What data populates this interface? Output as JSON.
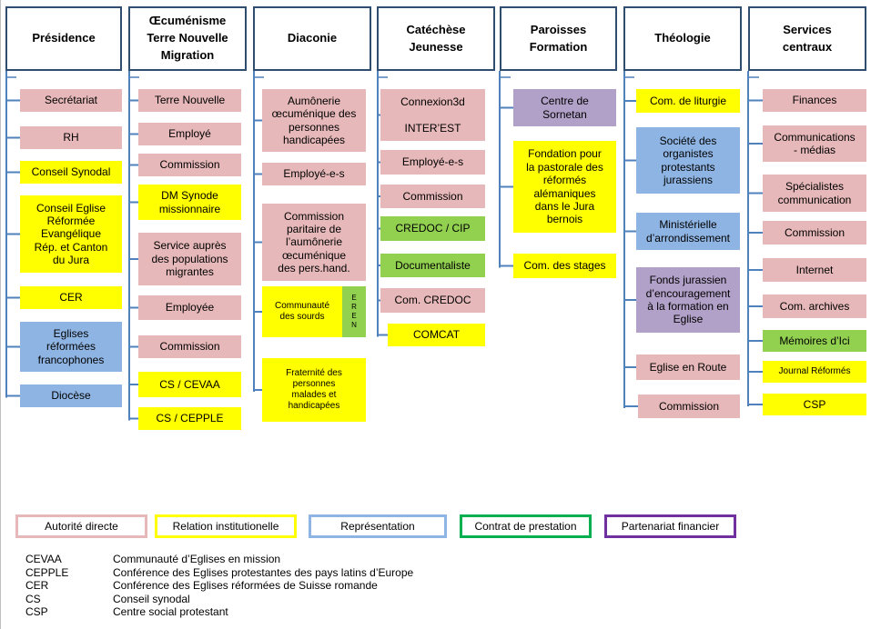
{
  "colors": {
    "line": "#4f81bd",
    "pink": "#e6b8b9",
    "yellow": "#ffff00",
    "blue": "#8eb4e3",
    "green": "#92d050",
    "purple": "#b1a0c7",
    "header_border": "#2f4d6e"
  },
  "columns": [
    {
      "title": "Présidence",
      "items": [
        {
          "label": "Secrétariat",
          "type": "pink"
        },
        {
          "label": "RH",
          "type": "pink"
        },
        {
          "label": "Conseil Synodal",
          "type": "yellow"
        },
        {
          "label": "Conseil Eglise\nRéformée\nEvangélique\nRép. et Canton\ndu Jura",
          "type": "yellow"
        },
        {
          "label": "CER",
          "type": "yellow"
        },
        {
          "label": "Eglises\nréformées\nfrancophones",
          "type": "blue"
        },
        {
          "label": "Diocèse",
          "type": "blue"
        }
      ]
    },
    {
      "title": "Œcuménisme\nTerre Nouvelle\nMigration",
      "items": [
        {
          "label": "Terre Nouvelle",
          "type": "pink"
        },
        {
          "label": "Employé",
          "type": "pink"
        },
        {
          "label": "Commission",
          "type": "pink"
        },
        {
          "label": "DM  Synode\nmissionnaire",
          "type": "yellow"
        },
        {
          "label": "Service auprès\ndes populations\nmigrantes",
          "type": "pink"
        },
        {
          "label": "Employée",
          "type": "pink"
        },
        {
          "label": "Commission",
          "type": "pink"
        },
        {
          "label": "CS / CEVAA",
          "type": "yellow"
        },
        {
          "label": "CS / CEPPLE",
          "type": "yellow"
        }
      ]
    },
    {
      "title": "Diaconie",
      "items": [
        {
          "label": "Aumônerie\nœcuménique des\npersonnes\nhandicapées",
          "type": "pink"
        },
        {
          "label": "Employé-e-s",
          "type": "pink"
        },
        {
          "label": "Commission\nparitaire de\nl’aumônerie\nœcuménique\ndes pers.hand.",
          "type": "pink"
        },
        {
          "label": "Communauté\ndes sourds",
          "type": "yellow",
          "side_label": "EREN",
          "side_type": "green"
        },
        {
          "label": "Fraternité des\npersonnes\nmalades et\nhandicapées",
          "type": "yellow"
        }
      ]
    },
    {
      "title": "Catéchèse\nJeunesse",
      "items": [
        {
          "label": "Connexion3d\n\nINTER’EST",
          "type": "pink"
        },
        {
          "label": "Employé-e-s",
          "type": "pink"
        },
        {
          "label": "Commission",
          "type": "pink"
        },
        {
          "label": "CREDOC / CIP",
          "type": "green"
        },
        {
          "label": "Documentaliste",
          "type": "green"
        },
        {
          "label": "Com. CREDOC",
          "type": "pink"
        },
        {
          "label": "COMCAT",
          "type": "yellow"
        }
      ]
    },
    {
      "title": "Paroisses\nFormation",
      "items": [
        {
          "label": "Centre de\nSornetan",
          "type": "purple"
        },
        {
          "label": "Fondation pour\nla pastorale  des\nréformés\nalémaniques\ndans le Jura\nbernois",
          "type": "yellow"
        },
        {
          "label": "Com. des stages",
          "type": "yellow"
        }
      ]
    },
    {
      "title": "Théologie",
      "items": [
        {
          "label": "Com. de  liturgie",
          "type": "yellow"
        },
        {
          "label": "Société des\norganistes\nprotestants\njurassiens",
          "type": "blue"
        },
        {
          "label": "Ministérielle\nd’arrondissement",
          "type": "blue"
        },
        {
          "label": "Fonds jurassien\nd’encouragement\nà la formation en\nEglise",
          "type": "purple"
        },
        {
          "label": "Eglise en Route",
          "type": "pink"
        },
        {
          "label": "Commission",
          "type": "pink"
        }
      ]
    },
    {
      "title": "Services\ncentraux",
      "items": [
        {
          "label": "Finances",
          "type": "pink"
        },
        {
          "label": "Communications\n- médias",
          "type": "pink"
        },
        {
          "label": "Spécialistes\ncommunication",
          "type": "pink"
        },
        {
          "label": "Commission",
          "type": "pink"
        },
        {
          "label": "Internet",
          "type": "pink"
        },
        {
          "label": "Com. archives",
          "type": "pink"
        },
        {
          "label": "Mémoires d’Ici",
          "type": "green"
        },
        {
          "label": "Journal Réformés",
          "type": "yellow"
        },
        {
          "label": "CSP",
          "type": "yellow"
        }
      ]
    }
  ],
  "legend": [
    {
      "label": "Autorité directe",
      "color": "#e6b8b9"
    },
    {
      "label": "Relation institutionelle",
      "color": "#ffff00"
    },
    {
      "label": "Représentation",
      "color": "#8eb4e3"
    },
    {
      "label": "Contrat de prestation",
      "color": "#00b050"
    },
    {
      "label": "Partenariat financier",
      "color": "#7030a0"
    }
  ],
  "abbreviations": [
    {
      "code": "CEVAA",
      "text": "Communauté d’Eglises en mission"
    },
    {
      "code": "CEPPLE",
      "text": "Conférence des Eglises protestantes des pays latins d’Europe"
    },
    {
      "code": "CER",
      "text": "Conférence des Eglises réformées de Suisse romande"
    },
    {
      "code": "CS",
      "text": "Conseil synodal"
    },
    {
      "code": "CSP",
      "text": "Centre social protestant"
    }
  ]
}
